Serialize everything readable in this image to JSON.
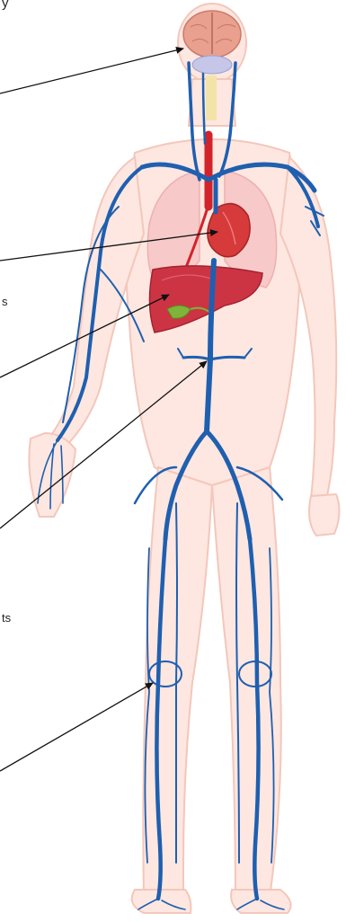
{
  "labels": {
    "label_1": "y",
    "label_2": "s",
    "label_3": "ts"
  },
  "colors": {
    "background": "#ffffff",
    "body_fill": "#fde7e0",
    "body_outline": "#f3c7bb",
    "vein": "#1f5fb0",
    "artery": "#d2232a",
    "brain": "#e9a08f",
    "heart": "#d63a3a",
    "lungs": "#f7c9c9",
    "liver": "#cc3444",
    "gallbladder": "#7fb33a",
    "pointer_arrow": "#111111"
  },
  "icons": [
    "brain-icon",
    "heart-icon",
    "lungs-icon",
    "liver-icon",
    "gallbladder-icon"
  ]
}
